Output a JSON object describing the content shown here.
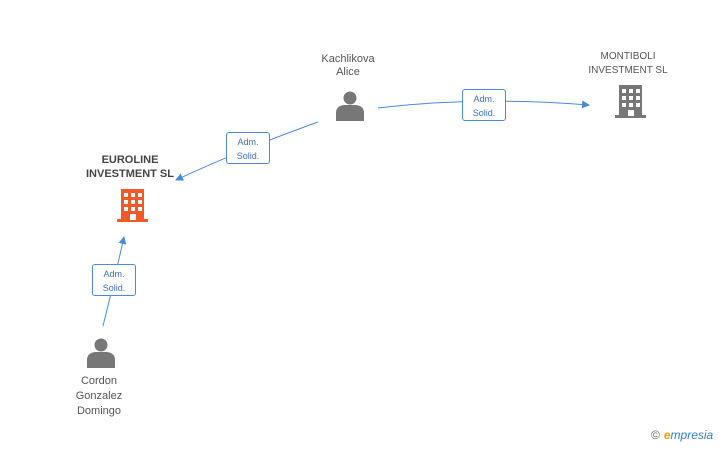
{
  "nodes": {
    "kachlikova": {
      "line1": "Kachlikova",
      "line2": "Alice"
    },
    "montiboli": {
      "line1": "MONTIBOLI",
      "line2": "INVESTMENT SL"
    },
    "euroline": {
      "line1": "EUROLINE",
      "line2": "INVESTMENT SL"
    },
    "cordon": {
      "line1": "Cordon",
      "line2": "Gonzalez",
      "line3": "Domingo"
    }
  },
  "edges": [
    {
      "line1": "Adm.",
      "line2": "Solid."
    },
    {
      "line1": "Adm.",
      "line2": "Solid."
    },
    {
      "line1": "Adm.",
      "line2": "Solid."
    }
  ],
  "colors": {
    "edge": "#4a8ad8",
    "person": "#777777",
    "company": "#777777",
    "main_company": "#f05a28"
  },
  "brand": {
    "copyright": "©",
    "e": "e",
    "rest": "mpresia"
  }
}
